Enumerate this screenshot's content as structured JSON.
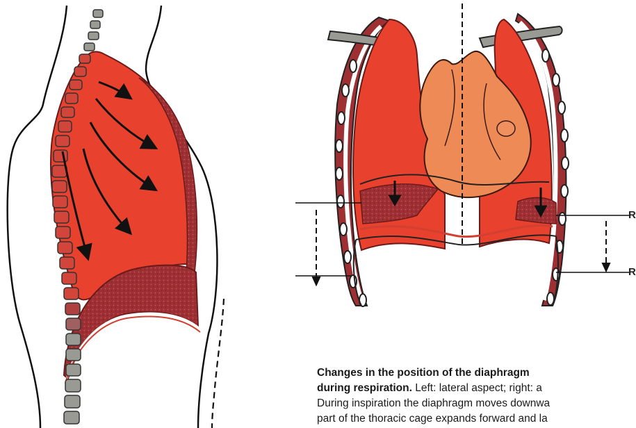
{
  "caption": {
    "title_line1": "Changes in the position of the diaphragm",
    "title_line2": "during respiration.",
    "line2_rest": " Left: lateral aspect; right: a",
    "line3": "During inspiration the diaphragm moves downwa",
    "line4": "part of the thoracic cage expands forward and la"
  },
  "labels": {
    "upper": "R",
    "lower": "R"
  },
  "colors": {
    "lung": "#e8422e",
    "diaphragm": "#9a2a2e",
    "heart": "#ee8a55",
    "vertebra": "#9a9a95"
  }
}
